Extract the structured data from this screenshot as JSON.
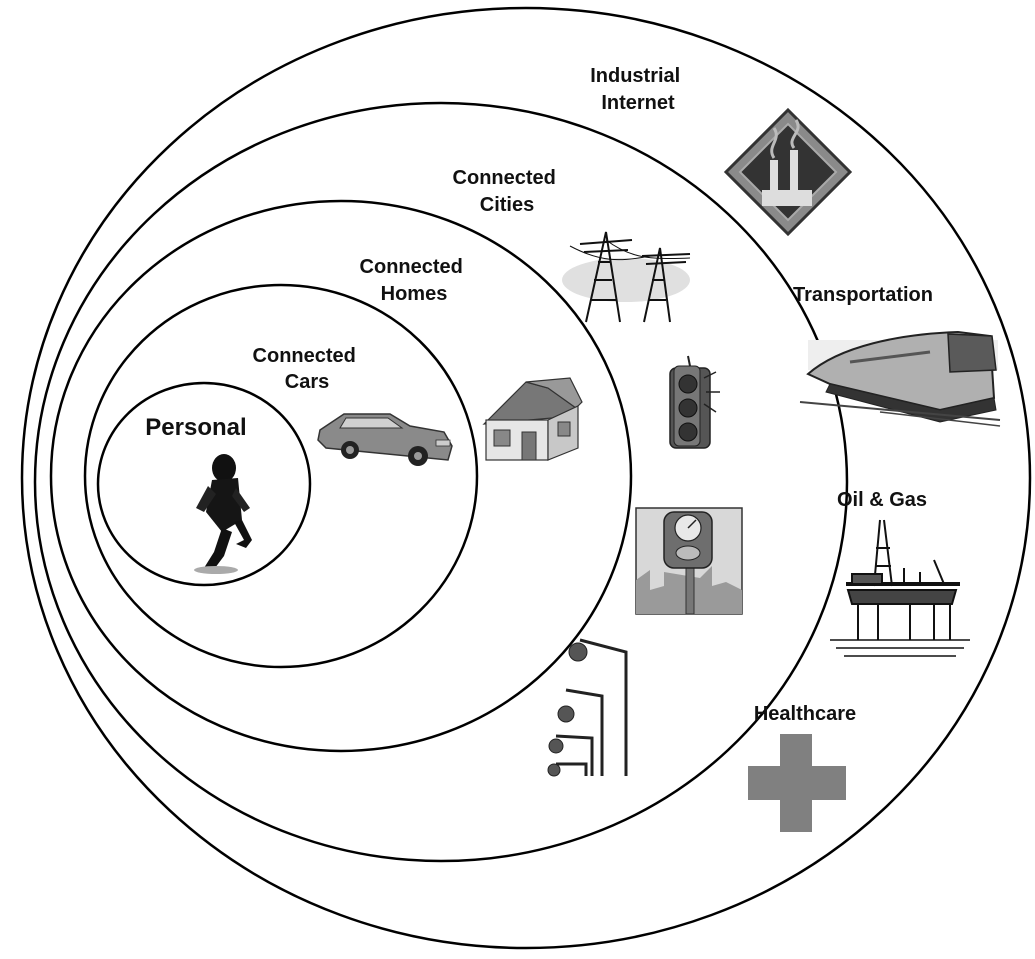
{
  "rings": [
    {
      "id": "personal",
      "label_lines": [
        "Personal"
      ]
    },
    {
      "id": "connected-cars",
      "label_lines": [
        "Connected",
        "Cars"
      ]
    },
    {
      "id": "connected-homes",
      "label_lines": [
        "Connected",
        "Homes"
      ]
    },
    {
      "id": "connected-cities",
      "label_lines": [
        "Connected",
        "Cities"
      ]
    },
    {
      "id": "industrial-internet",
      "label_lines": [
        "Industrial",
        "Internet"
      ]
    }
  ],
  "industry_labels": {
    "transportation": "Transportation",
    "oil_gas": "Oil & Gas",
    "healthcare": "Healthcare"
  },
  "icons": [
    "runner-icon",
    "car-icon",
    "house-icon",
    "power-lines-icon",
    "traffic-light-icon",
    "parking-meter-icon",
    "street-lamps-icon",
    "factory-warning-icon",
    "train-icon",
    "oil-rig-icon",
    "medical-cross-icon"
  ]
}
